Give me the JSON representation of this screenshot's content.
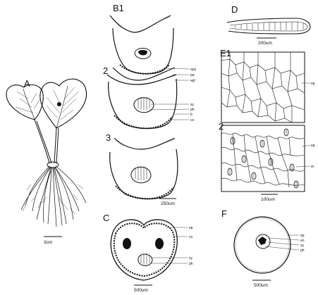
{
  "panels": {
    "A": {
      "label": "A",
      "scale": "3cm"
    },
    "B": {
      "label": "B1",
      "stage2_label": "2",
      "stage3_label": "3",
      "scale": "250um",
      "annotations": [
        "epu",
        "pa",
        "epl",
        "xy",
        "ph",
        "b",
        "co"
      ]
    },
    "C": {
      "label": "C",
      "scale": "500um",
      "annotations": [
        "ep",
        "co",
        "xy",
        "ph"
      ]
    },
    "D": {
      "label": "D",
      "scale": "200um"
    },
    "E": {
      "label": "E1",
      "stage2_label": "2",
      "scale": "100um",
      "annotations_1": [
        "ep"
      ],
      "annotations_2": [
        "ep",
        "st"
      ]
    },
    "F": {
      "label": "F",
      "scale": "500um",
      "annotations": [
        "ep",
        "en",
        "xy",
        "ph"
      ]
    }
  },
  "colors": {
    "ink": "#111111",
    "paper": "#ffffff"
  }
}
